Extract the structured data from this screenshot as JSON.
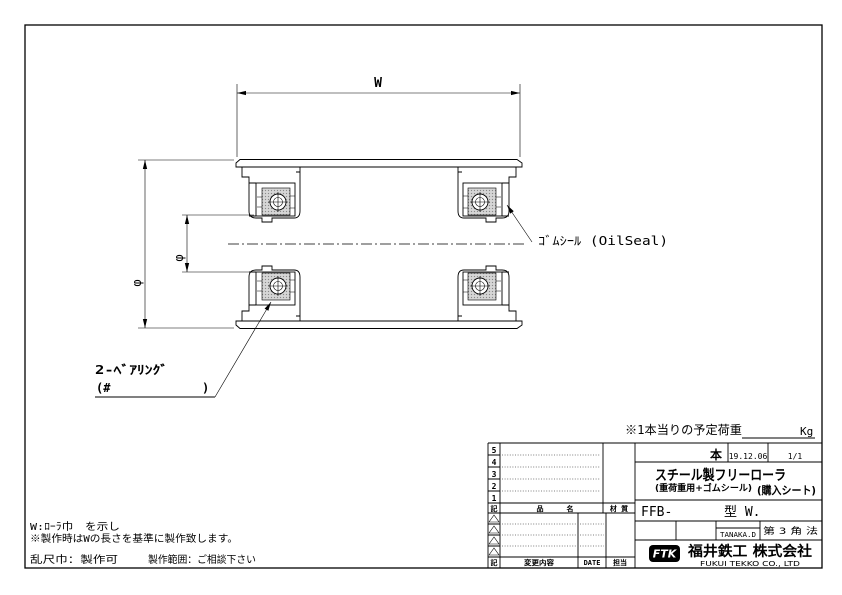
{
  "drawing": {
    "dim_width_label": "W",
    "dim_outer_dia_label": "φ",
    "dim_inner_dia_label": "φ",
    "oil_seal_callout": "ｺﾞﾑｼｰﾙ (OilSeal)",
    "bearing_callout_line1": "2-ﾍﾞｱﾘﾝｸﾞ",
    "bearing_callout_open": "(#",
    "bearing_callout_close": ")"
  },
  "load_note": {
    "label": "※1本当りの予定荷重",
    "unit": "Kg"
  },
  "notes": {
    "roller_width": "W:ﾛｰﾗ巾　を示し",
    "manufacturing_basis": "※製作時はWの長さを基準に製作致します。",
    "random_width": "乱尺巾：製作可",
    "range": "製作範囲：ご相談下さい"
  },
  "revision_table": {
    "rows": [
      "5",
      "4",
      "3",
      "2",
      "1"
    ],
    "parts_header": {
      "mark": "記",
      "name_1": "品",
      "name_2": "名",
      "material": "材 質"
    },
    "change_header": {
      "mark": "記",
      "content": "変更内容",
      "date": "DATE",
      "person": "担当"
    }
  },
  "title_block": {
    "quantity_unit": "本",
    "date": "19.12.06",
    "scale": "1/1",
    "title": "スチール製フリーローラ",
    "subtitle": "(重荷重用+ゴムシール)",
    "sheet_type": "(購入シート)",
    "model_prefix": "FFB-",
    "model_suffix": "型 W.",
    "drawn_by": "TANAKA.D",
    "projection": "第 3 角 法",
    "logo": "FTK",
    "company_jp": "福井鉄工 株式会社",
    "company_en": "FUKUI TEKKO CO., LTD"
  }
}
